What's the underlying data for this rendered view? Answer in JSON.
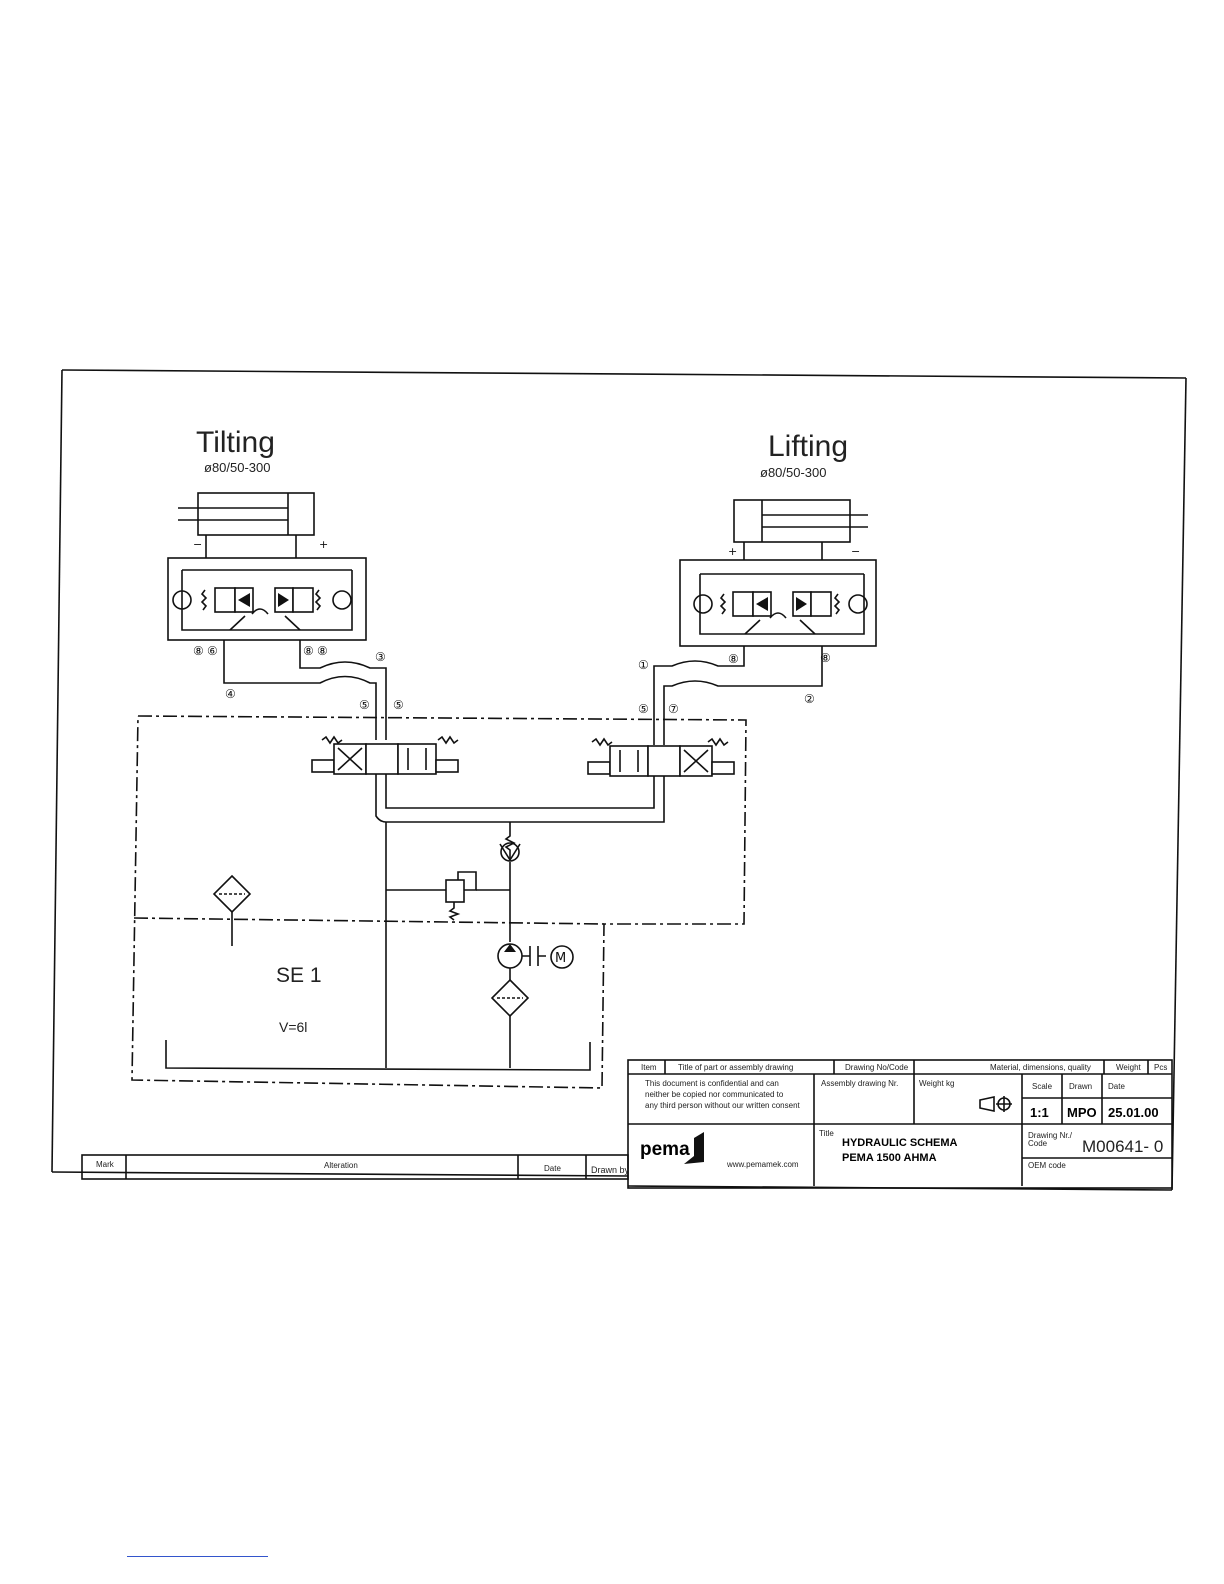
{
  "tilting": {
    "title": "Tilting",
    "spec": "ø80/50-300"
  },
  "lifting": {
    "title": "Lifting",
    "spec": "ø80/50-300"
  },
  "ports": {
    "p1": "①",
    "p2": "②",
    "p3": "③",
    "p4": "④",
    "p5": "⑤",
    "p7": "⑦",
    "p8": "⑧",
    "p6": "⑥"
  },
  "signs": {
    "minus": "−",
    "plus": "+"
  },
  "tank": {
    "name": "SE 1",
    "volume": "V=6l"
  },
  "motor": {
    "label": "M"
  },
  "title_block": {
    "col_item": "Item",
    "col_title": "Title of part or assembly drawing",
    "col_drawing_no": "Drawing No/Code",
    "col_material": "Material, dimensions, quality",
    "col_weight": "Weight",
    "col_pcs": "Pcs",
    "confidential_1": "This document is confidential and can",
    "confidential_2": "neither be copied nor communicated to",
    "confidential_3": "any third person without our written consent",
    "assembly_label": "Assembly drawing Nr.",
    "weight_kg_label": "Weight  kg",
    "scale_label": "Scale",
    "drawn_label": "Drawn",
    "date_label": "Date",
    "scale_value": "1:1",
    "drawn_value": "MPO",
    "date_value": "25.01.00",
    "logo_text": "pema",
    "website": "www.pemamek.com",
    "title_label": "Title",
    "title_line1": "HYDRAULIC SCHEMA",
    "title_line2": "PEMA 1500 AHMA",
    "drawing_nr_label_1": "Drawing Nr./",
    "drawing_nr_label_2": "Code",
    "drawing_nr_value": "M00641- 0",
    "oem_label": "OEM code"
  },
  "revision": {
    "mark": "Mark",
    "alteration": "Alteration",
    "date": "Date",
    "drawn_by": "Drawn by"
  }
}
